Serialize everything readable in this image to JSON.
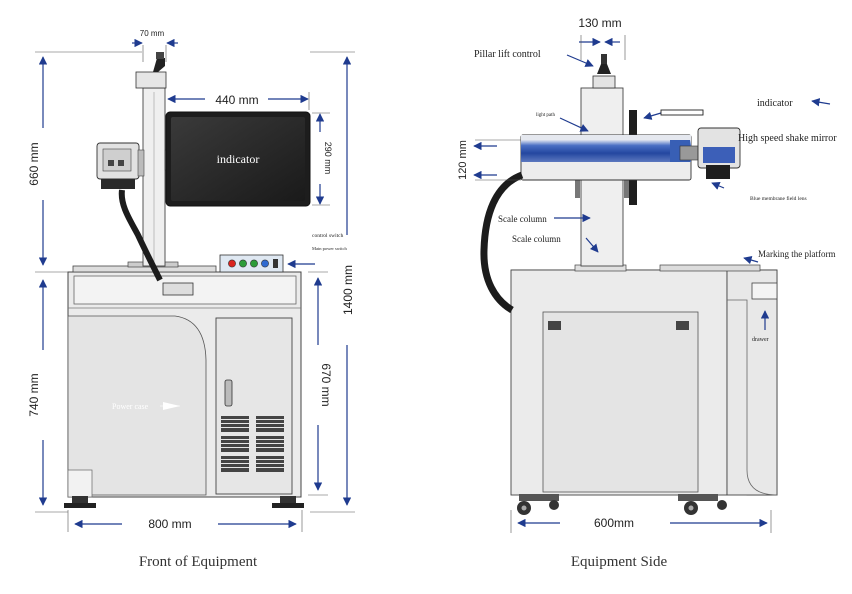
{
  "front": {
    "caption": "Front of Equipment",
    "dims": {
      "top_width": "70 mm",
      "arm_length": "440 mm",
      "monitor_height": "290 mm",
      "upper_height": "660 mm",
      "lower_height": "740 mm",
      "total_height": "1400 mm",
      "door_height": "670 mm",
      "base_width": "800 mm"
    },
    "labels": {
      "monitor": "indicator",
      "control_switch": "control switch",
      "main_power_switch": "Main power switch",
      "power_case": "Power case"
    }
  },
  "side": {
    "caption": "Equipment Side",
    "dims": {
      "top_width": "130 mm",
      "head_height": "120 mm",
      "base_width": "600mm"
    },
    "labels": {
      "pillar_lift": "Pillar lift control",
      "light_path": "light path",
      "indicator": "indicator",
      "galvo": "High speed shake mirror",
      "field_lens": "Blue membrane field lens",
      "scale_column_1": "Scale column",
      "scale_column_2": "Scale column",
      "marking_platform": "Marking the platform",
      "drawer": "drawer"
    }
  },
  "colors": {
    "arrow": "#1f3b8f",
    "cabinet": "#e9e9e9",
    "outline": "#333333",
    "head_blue": "#2f56b0",
    "monitor_frame": "#1e1e1e"
  }
}
